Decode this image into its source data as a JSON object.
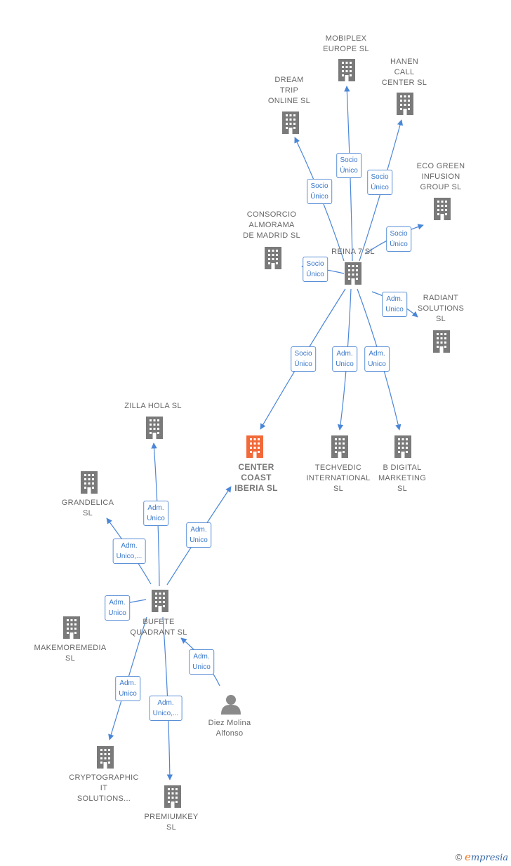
{
  "colors": {
    "edge": "#4a86d8",
    "icon": "#7a7a7a",
    "icon_focus": "#f26a3a",
    "person": "#8a8a8a"
  },
  "nodes": [
    {
      "id": "mobiplex",
      "label": [
        "MOBIPLEX",
        "EUROPE  SL"
      ],
      "icon": "building-icon"
    },
    {
      "id": "hanen",
      "label": [
        "HANEN",
        "CALL",
        "CENTER  SL"
      ],
      "icon": "building-icon"
    },
    {
      "id": "dream",
      "label": [
        "DREAM",
        "TRIP",
        "ONLINE  SL"
      ],
      "icon": "building-icon"
    },
    {
      "id": "ecogreen",
      "label": [
        "ECO GREEN",
        "INFUSION",
        "GROUP  SL"
      ],
      "icon": "building-icon"
    },
    {
      "id": "consorcio",
      "label": [
        "CONSORCIO",
        "ALMORAMA",
        "DE MADRID  SL"
      ],
      "icon": "building-icon"
    },
    {
      "id": "reina7",
      "label": [
        "REINA 7  SL"
      ],
      "icon": "building-icon"
    },
    {
      "id": "radiant",
      "label": [
        "RADIANT",
        "SOLUTIONS",
        "SL"
      ],
      "icon": "building-icon"
    },
    {
      "id": "center",
      "label": [
        "CENTER",
        "COAST",
        "IBERIA  SL"
      ],
      "icon": "building-icon",
      "focus": true
    },
    {
      "id": "techvedic",
      "label": [
        "TECHVEDIC",
        "INTERNATIONAL",
        "SL"
      ],
      "icon": "building-icon"
    },
    {
      "id": "bdigital",
      "label": [
        "B DIGITAL",
        "MARKETING",
        "SL"
      ],
      "icon": "building-icon"
    },
    {
      "id": "zilla",
      "label": [
        "ZILLA HOLA  SL"
      ],
      "icon": "building-icon"
    },
    {
      "id": "grandelica",
      "label": [
        "GRANDELICA",
        "SL"
      ],
      "icon": "building-icon"
    },
    {
      "id": "bufete",
      "label": [
        "BUFETE",
        "QUADRANT  SL"
      ],
      "icon": "building-icon"
    },
    {
      "id": "makemore",
      "label": [
        "MAKEMOREMEDIA",
        "SL"
      ],
      "icon": "building-icon"
    },
    {
      "id": "diez",
      "label": [
        "Diez Molina",
        "Alfonso"
      ],
      "icon": "person-icon"
    },
    {
      "id": "crypto",
      "label": [
        "CRYPTOGRAPHIC",
        "IT",
        "SOLUTIONS..."
      ],
      "icon": "building-icon"
    },
    {
      "id": "premiumkey",
      "label": [
        "PREMIUMKEY",
        "SL"
      ],
      "icon": "building-icon"
    }
  ],
  "edges": [
    {
      "from": "reina7",
      "to": "mobiplex",
      "label": [
        "Socio",
        "Único"
      ]
    },
    {
      "from": "reina7",
      "to": "dream",
      "label": [
        "Socio",
        "Único"
      ]
    },
    {
      "from": "reina7",
      "to": "hanen",
      "label": [
        "Socio",
        "Único"
      ]
    },
    {
      "from": "reina7",
      "to": "ecogreen",
      "label": [
        "Socio",
        "Único"
      ]
    },
    {
      "from": "reina7",
      "to": "consorcio",
      "label": [
        "Socio",
        "Único"
      ]
    },
    {
      "from": "reina7",
      "to": "radiant",
      "label": [
        "Adm.",
        "Unico"
      ]
    },
    {
      "from": "reina7",
      "to": "center",
      "label": [
        "Socio",
        "Único"
      ]
    },
    {
      "from": "reina7",
      "to": "techvedic",
      "label": [
        "Adm.",
        "Unico"
      ]
    },
    {
      "from": "reina7",
      "to": "bdigital",
      "label": [
        "Adm.",
        "Unico"
      ]
    },
    {
      "from": "bufete",
      "to": "zilla",
      "label": [
        "Adm.",
        "Unico"
      ]
    },
    {
      "from": "bufete",
      "to": "grandelica",
      "label": [
        "Adm.",
        "Unico,..."
      ]
    },
    {
      "from": "bufete",
      "to": "center",
      "label": [
        "Adm.",
        "Unico"
      ]
    },
    {
      "from": "bufete",
      "to": "makemore",
      "label": [
        "Adm.",
        "Unico"
      ]
    },
    {
      "from": "bufete",
      "to": "crypto",
      "label": [
        "Adm.",
        "Unico"
      ]
    },
    {
      "from": "bufete",
      "to": "premiumkey",
      "label": [
        "Adm.",
        "Unico,..."
      ]
    },
    {
      "from": "diez",
      "to": "bufete",
      "label": [
        "Adm.",
        "Unico"
      ]
    }
  ],
  "brand": {
    "symbol": "©",
    "initial": "e",
    "rest": "mpresia"
  }
}
